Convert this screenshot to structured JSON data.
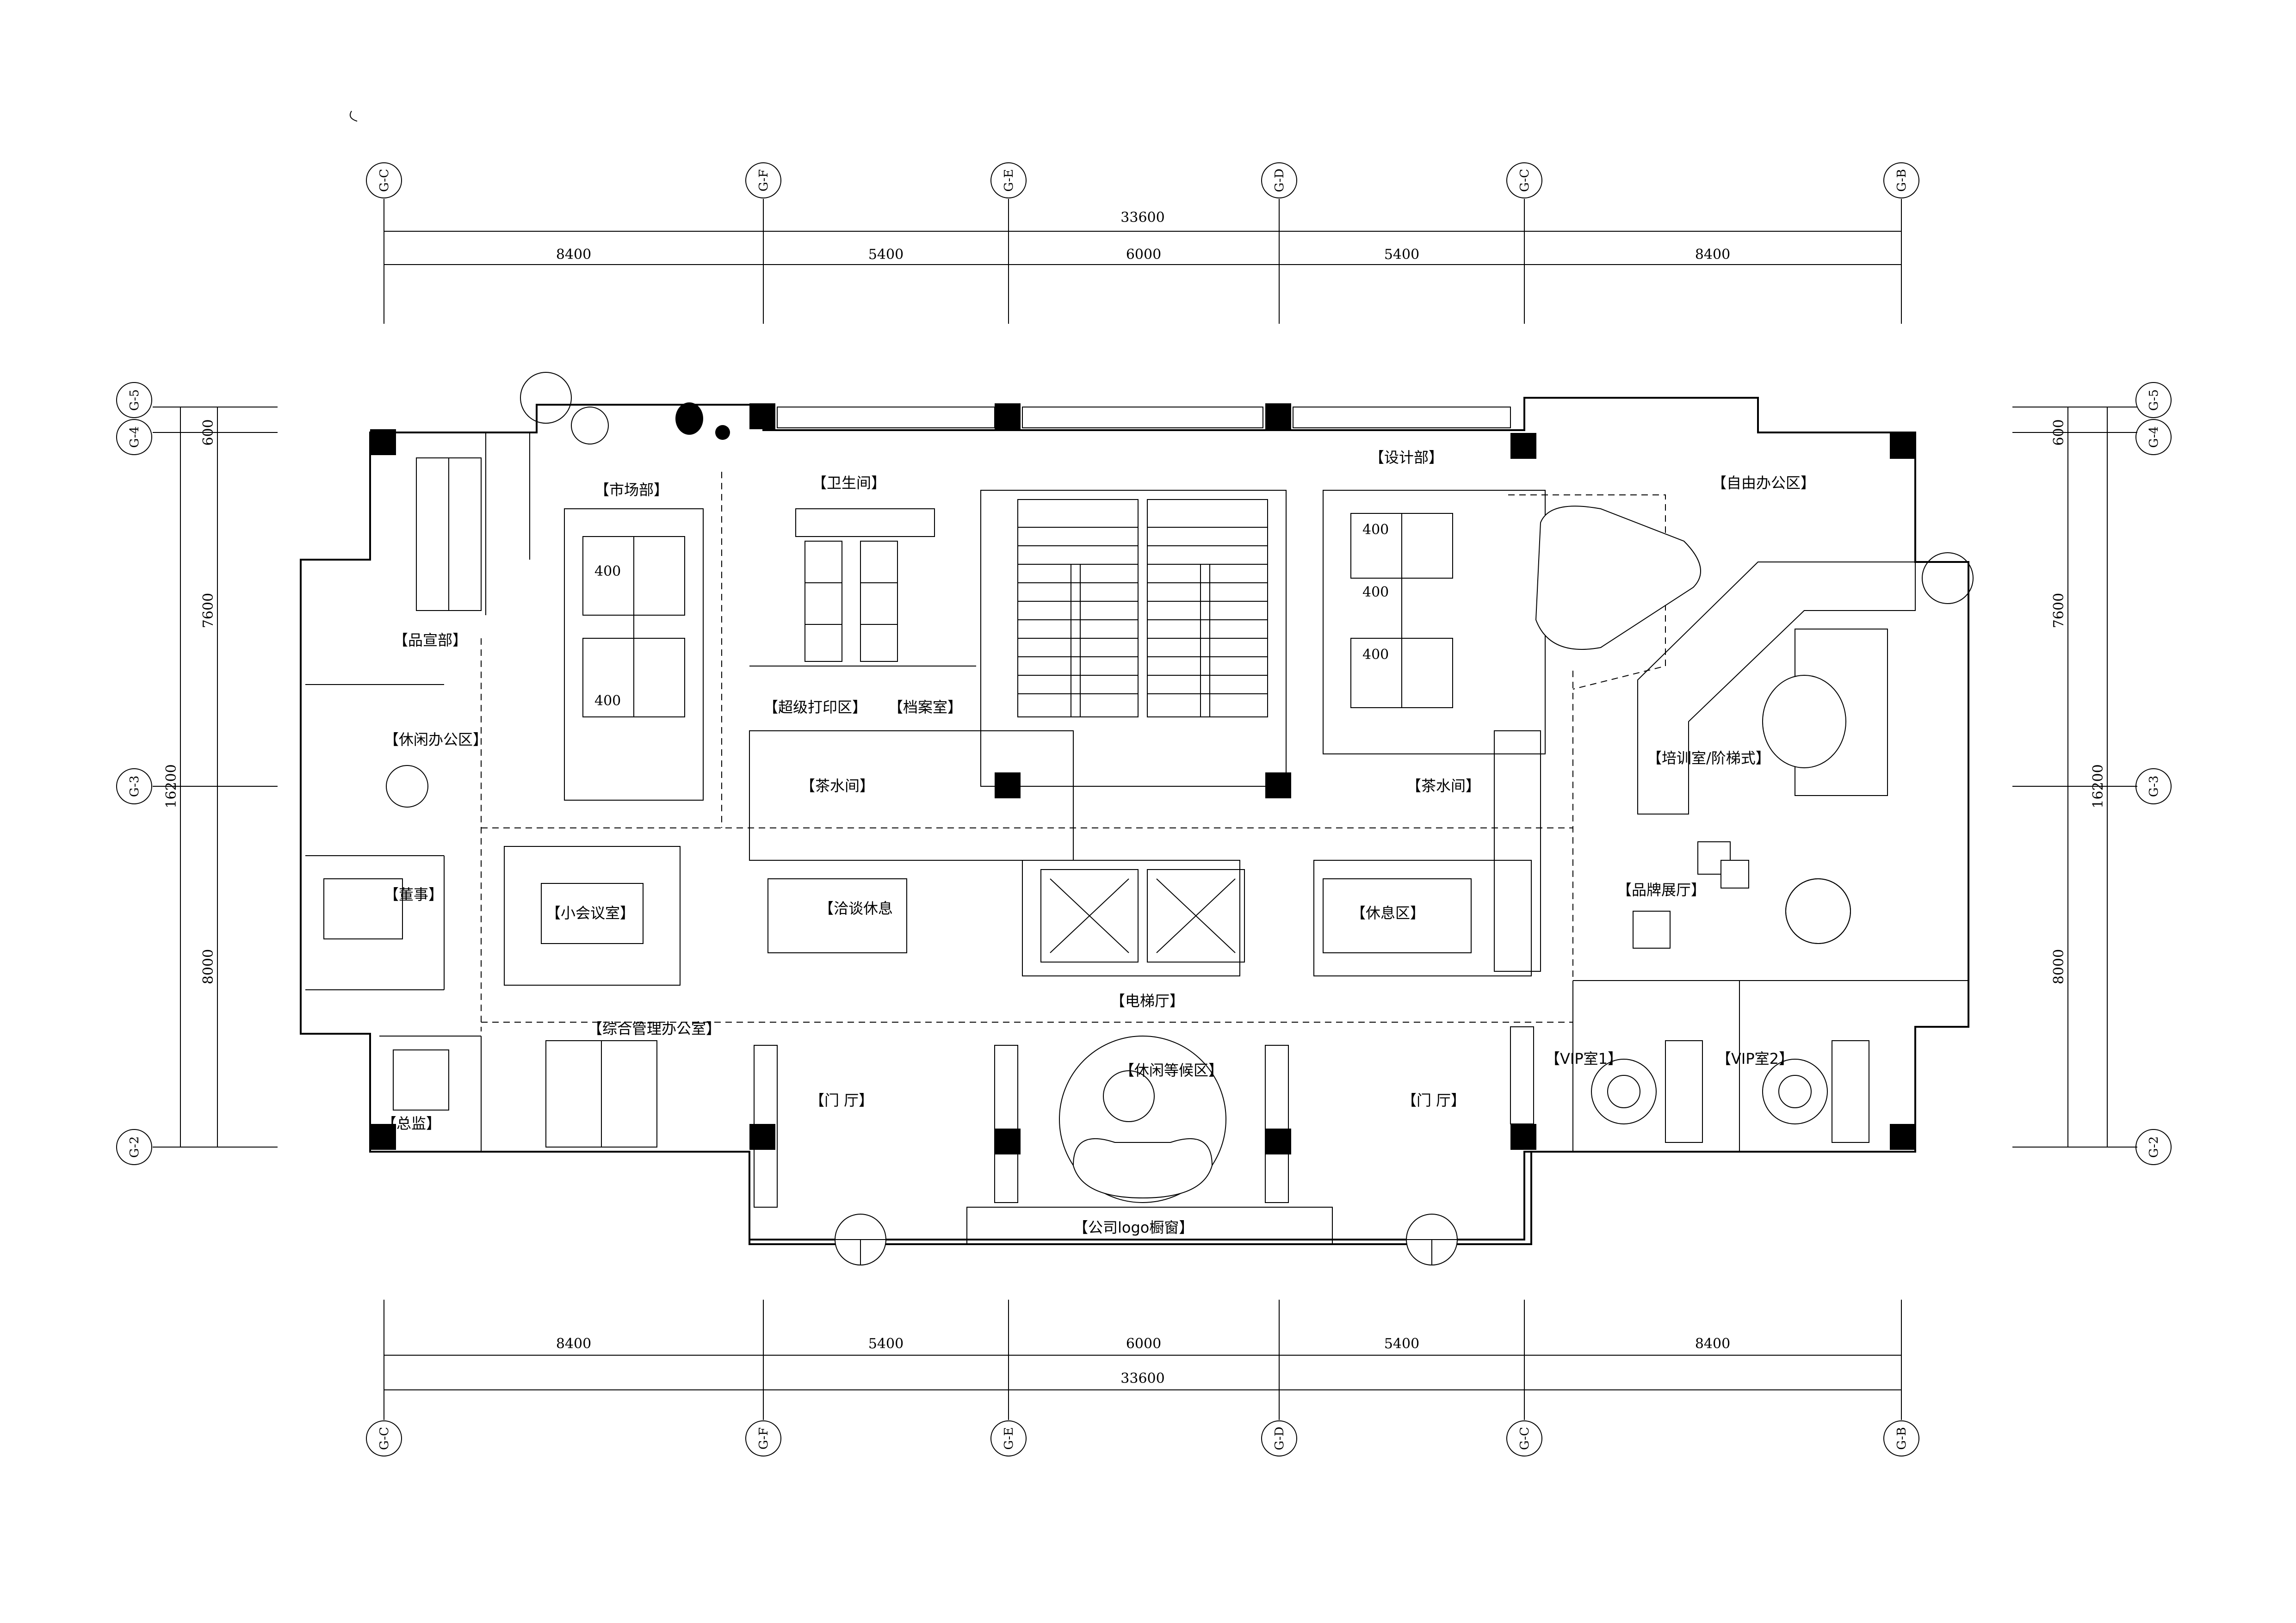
{
  "dimensions": {
    "total": "33600",
    "segments": [
      "8400",
      "5400",
      "6000",
      "5400",
      "8400"
    ],
    "vertical_top": "600",
    "vertical_mid_upper": "7600",
    "vertical_total": "16200",
    "vertical_mid_lower": "8000"
  },
  "axes": {
    "columns": [
      "G-C",
      "G-F",
      "G-E",
      "G-D",
      "G-C",
      "G-B"
    ],
    "rows": [
      "G-5",
      "G-4",
      "G-3",
      "G-2"
    ]
  },
  "rooms": {
    "market": "【市场部】",
    "restroom": "【卫生间】",
    "design": "【设计部】",
    "free_office": "【自由办公区】",
    "pr_dept": "【品宣部】",
    "casual_office": "【休闲办公区】",
    "print_area": "【超级打印区】",
    "archive": "【档案室】",
    "pantry_left": "【茶水间】",
    "pantry_right": "【茶水间】",
    "training": "【培训室/阶梯式】",
    "chairman": "【董事】",
    "small_meeting": "【小会议室】",
    "negotiation": "【洽谈休息",
    "lounge": "【休息区】",
    "brand_hall": "【品牌展厅】",
    "elevator_hall": "【电梯厅】",
    "general_admin": "【综合管理办公室】",
    "vip1": "【VIP室1】",
    "vip2": "【VIP室2】",
    "lobby_left": "【门 厅】",
    "lobby_right": "【门 厅】",
    "waiting": "【休闲等候区】",
    "director": "【总监】",
    "logo_window": "【公司logo橱窗】"
  },
  "desk_marks": [
    "400",
    "400",
    "400",
    "400",
    "400"
  ]
}
